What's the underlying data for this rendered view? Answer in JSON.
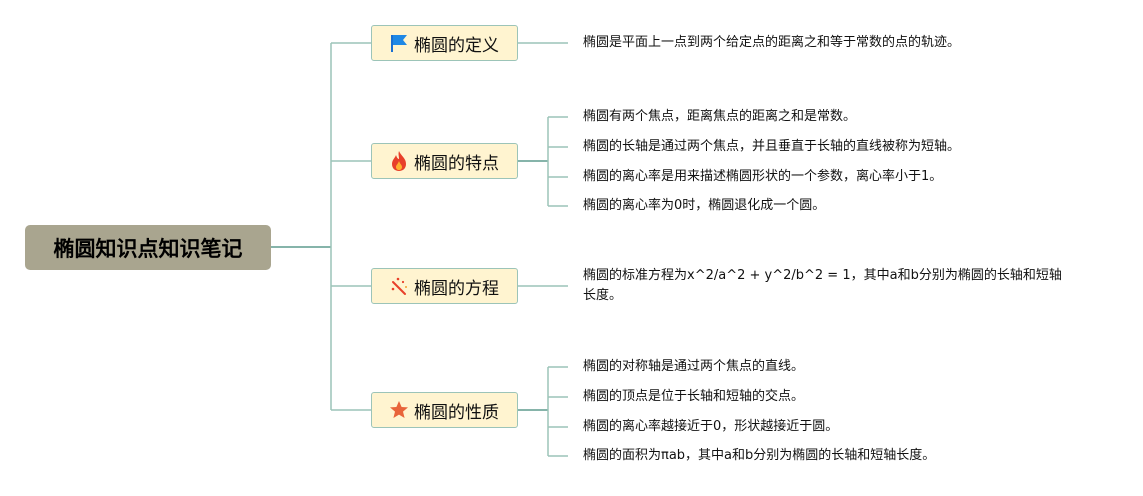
{
  "root": {
    "title": "椭圆知识点知识笔记"
  },
  "branches": [
    {
      "title": "椭圆的定义",
      "icon": "flag-icon",
      "leaves": [
        "椭圆是平面上一点到两个给定点的距离之和等于常数的点的轨迹。"
      ]
    },
    {
      "title": "椭圆的特点",
      "icon": "fire-icon",
      "leaves": [
        "椭圆有两个焦点，距离焦点的距离之和是常数。",
        "椭圆的长轴是通过两个焦点，并且垂直于长轴的直线被称为短轴。",
        "椭圆的离心率是用来描述椭圆形状的一个参数，离心率小于1。",
        "椭圆的离心率为0时，椭圆退化成一个圆。"
      ]
    },
    {
      "title": "椭圆的方程",
      "icon": "sparkle-icon",
      "leaves": [
        "椭圆的标准方程为x^2/a^2 + y^2/b^2 = 1，其中a和b分别为椭圆的长轴和短轴长度。"
      ]
    },
    {
      "title": "椭圆的性质",
      "icon": "star-icon",
      "leaves": [
        "椭圆的对称轴是通过两个焦点的直线。",
        "椭圆的顶点是位于长轴和短轴的交点。",
        "椭圆的离心率越接近于0，形状越接近于圆。",
        "椭圆的面积为πab，其中a和b分别为椭圆的长轴和短轴长度。"
      ]
    }
  ],
  "colors": {
    "root_bg": "#a9a58f",
    "branch_bg": "#fff4d0",
    "branch_border": "#9cc4b8",
    "connector": "#5f9b8d",
    "leaf_connector": "#9cc4b8"
  }
}
